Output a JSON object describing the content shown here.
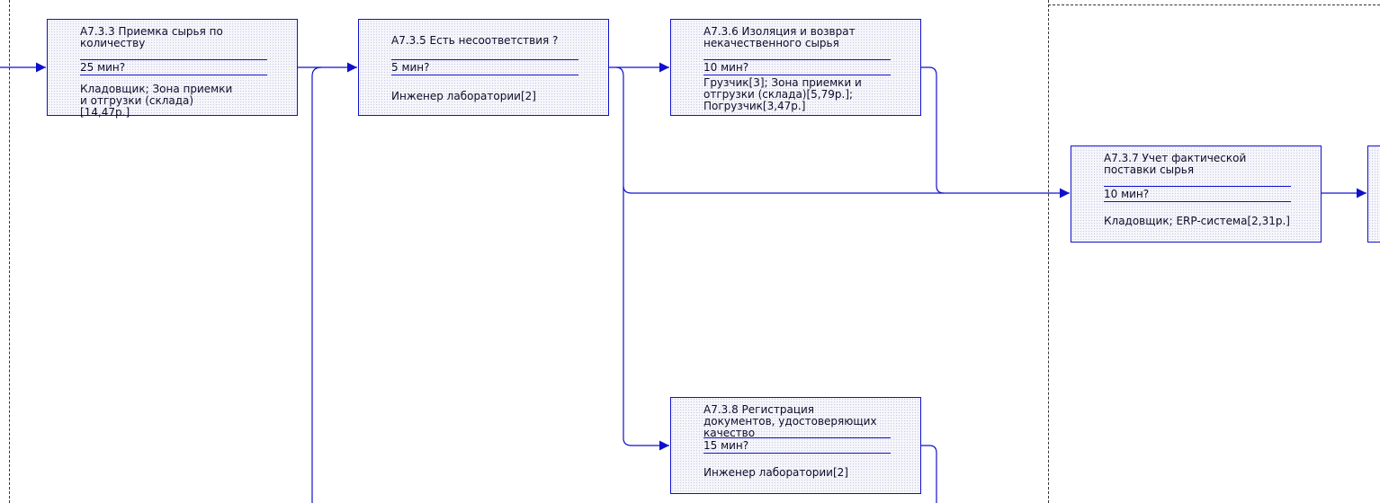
{
  "diagram": {
    "boxes": [
      {
        "id": "a733",
        "title": "А7.3.3 Приемка сырья по количеству",
        "time": "25 мин?",
        "resources": "Кладовщик; Зона приемки и отгрузки (склада)[14,47р.]"
      },
      {
        "id": "a735",
        "title": "А7.3.5 Есть несоответствия ?",
        "time": "5 мин?",
        "resources": "Инженер лаборатории[2]"
      },
      {
        "id": "a736",
        "title": "А7.3.6 Изоляция и возврат некачественного сырья",
        "time": "10 мин?",
        "resources": "Грузчик[3]; Зона приемки и отгрузки (склада)[5,79р.]; Погрузчик[3,47р.]"
      },
      {
        "id": "a737",
        "title": "А7.3.7 Учет фактической поставки сырья",
        "time": "10 мин?",
        "resources": "Кладовщик; ERP-система[2,31р.]"
      },
      {
        "id": "a738",
        "title": "А7.3.8 Регистрация документов, удостоверяющих качество",
        "time": "15 мин?",
        "resources": "Инженер лаборатории[2]"
      }
    ],
    "colors": {
      "line": "#1010cc",
      "border": "#1010cc",
      "text": "#0d0d2a",
      "fill": "#f6f6fb"
    }
  }
}
